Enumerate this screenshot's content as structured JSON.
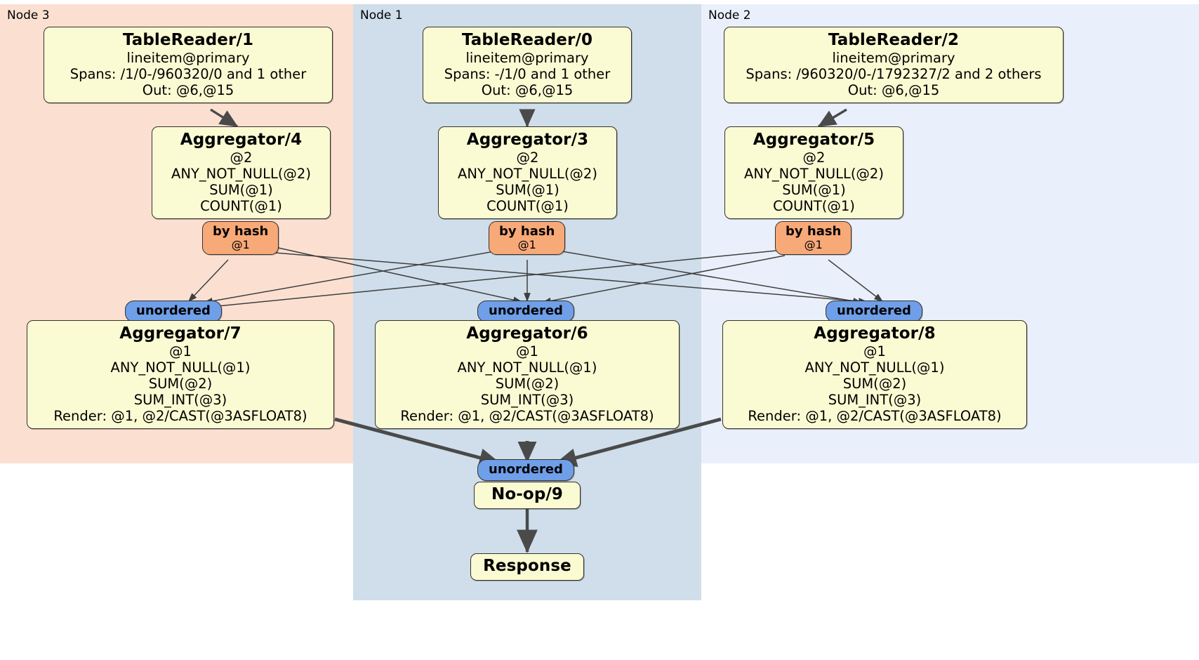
{
  "diagram": {
    "type": "distributed-query-plan",
    "colors": {
      "node3_bg": "#fbe0d2",
      "node1_bg": "#cfdeea",
      "node2_bg": "#eaf0fb",
      "processor_bg": "#fbfbd3",
      "hash_router_bg": "#f8a978",
      "unordered_sync_bg": "#6f9fe8",
      "edge": "#4a4a4a"
    }
  },
  "regions": [
    {
      "id": "node3",
      "label": "Node 3"
    },
    {
      "id": "node1",
      "label": "Node 1"
    },
    {
      "id": "node2",
      "label": "Node 2"
    }
  ],
  "processors": {
    "table_reader_1": {
      "title": "TableReader/1",
      "lines": [
        "lineitem@primary",
        "Spans: /1/0-/960320/0 and 1 other",
        "Out: @6,@15"
      ]
    },
    "table_reader_0": {
      "title": "TableReader/0",
      "lines": [
        "lineitem@primary",
        "Spans: -/1/0 and 1 other",
        "Out: @6,@15"
      ]
    },
    "table_reader_2": {
      "title": "TableReader/2",
      "lines": [
        "lineitem@primary",
        "Spans: /960320/0-/1792327/2 and 2 others",
        "Out: @6,@15"
      ]
    },
    "aggregator_4": {
      "title": "Aggregator/4",
      "lines": [
        "@2",
        "ANY_NOT_NULL(@2)",
        "SUM(@1)",
        "COUNT(@1)"
      ]
    },
    "aggregator_3": {
      "title": "Aggregator/3",
      "lines": [
        "@2",
        "ANY_NOT_NULL(@2)",
        "SUM(@1)",
        "COUNT(@1)"
      ]
    },
    "aggregator_5": {
      "title": "Aggregator/5",
      "lines": [
        "@2",
        "ANY_NOT_NULL(@2)",
        "SUM(@1)",
        "COUNT(@1)"
      ]
    },
    "aggregator_7": {
      "title": "Aggregator/7",
      "lines": [
        "@1",
        "ANY_NOT_NULL(@1)",
        "SUM(@2)",
        "SUM_INT(@3)",
        "Render: @1, @2/CAST(@3ASFLOAT8)"
      ]
    },
    "aggregator_6": {
      "title": "Aggregator/6",
      "lines": [
        "@1",
        "ANY_NOT_NULL(@1)",
        "SUM(@2)",
        "SUM_INT(@3)",
        "Render: @1, @2/CAST(@3ASFLOAT8)"
      ]
    },
    "aggregator_8": {
      "title": "Aggregator/8",
      "lines": [
        "@1",
        "ANY_NOT_NULL(@1)",
        "SUM(@2)",
        "SUM_INT(@3)",
        "Render: @1, @2/CAST(@3ASFLOAT8)"
      ]
    },
    "noop_9": {
      "title": "No-op/9",
      "lines": []
    },
    "response": {
      "title": "Response",
      "lines": []
    }
  },
  "routers": {
    "hash_4": {
      "label": "by hash",
      "sub": "@1"
    },
    "hash_3": {
      "label": "by hash",
      "sub": "@1"
    },
    "hash_5": {
      "label": "by hash",
      "sub": "@1"
    },
    "unordered_7": {
      "label": "unordered"
    },
    "unordered_6": {
      "label": "unordered"
    },
    "unordered_8": {
      "label": "unordered"
    },
    "unordered_final": {
      "label": "unordered"
    }
  }
}
